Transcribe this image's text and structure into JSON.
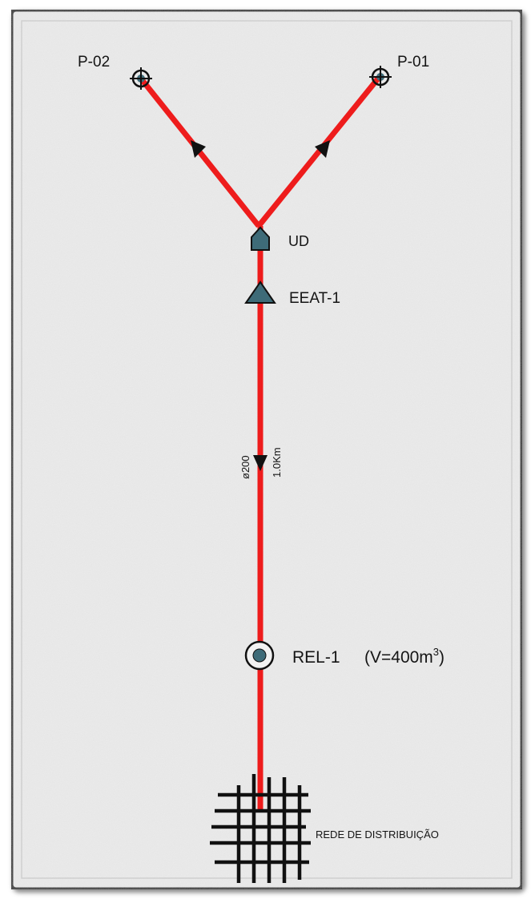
{
  "nodes": {
    "well_p02": {
      "label": "P-02"
    },
    "well_p01": {
      "label": "P-01"
    },
    "treatment_unit": {
      "label": "UD"
    },
    "pump_station": {
      "label": "EEAT-1"
    },
    "reservoir": {
      "label": "REL-1",
      "capacity_prefix": "(V=400m",
      "capacity_exponent": "3",
      "capacity_suffix": ")"
    },
    "distribution_network": {
      "label": "REDE DE DISTRIBUIÇÃO"
    }
  },
  "main_pipe": {
    "diameter": "ø200",
    "length": "1.0Km"
  },
  "colors": {
    "pipe": "#ee1c1c",
    "symbol_fill": "#3e6b78",
    "ink": "#111111",
    "paper": "#ececec",
    "frame_border": "#3a3a3a"
  }
}
